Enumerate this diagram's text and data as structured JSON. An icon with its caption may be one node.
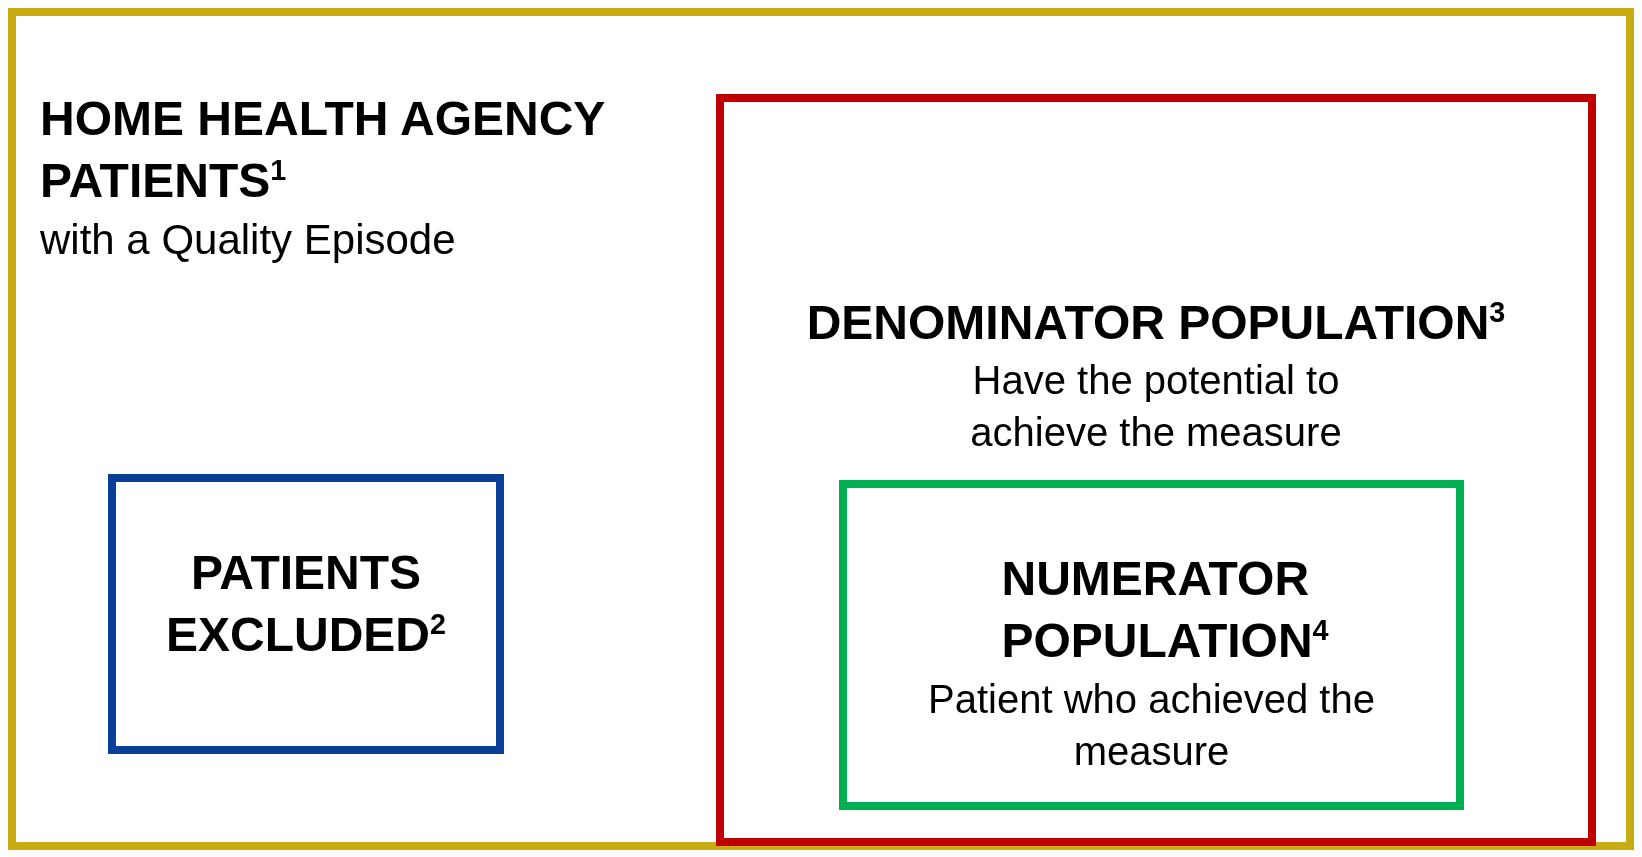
{
  "diagram": {
    "nodes": [
      {
        "text": [
          "HOME HEALTH AGENCY PATIENTS$^{1}$",
          "with a Quality Episode"
        ]
      },
      {
        "text": [
          "PATIENTS EXCLUDED$^{2}$"
        ],
        "in": 0
      },
      {
        "text": [
          "DENOMINATOR POPULATION$^{3}$",
          "Have the potential to achieve the measure"
        ],
        "in": 0
      },
      {
        "text": [
          "NUMERATOR POPULATION$^{4}$",
          "Patient who achieved the measure"
        ],
        "in": 2
      }
    ],
    "edges": []
  }
}
